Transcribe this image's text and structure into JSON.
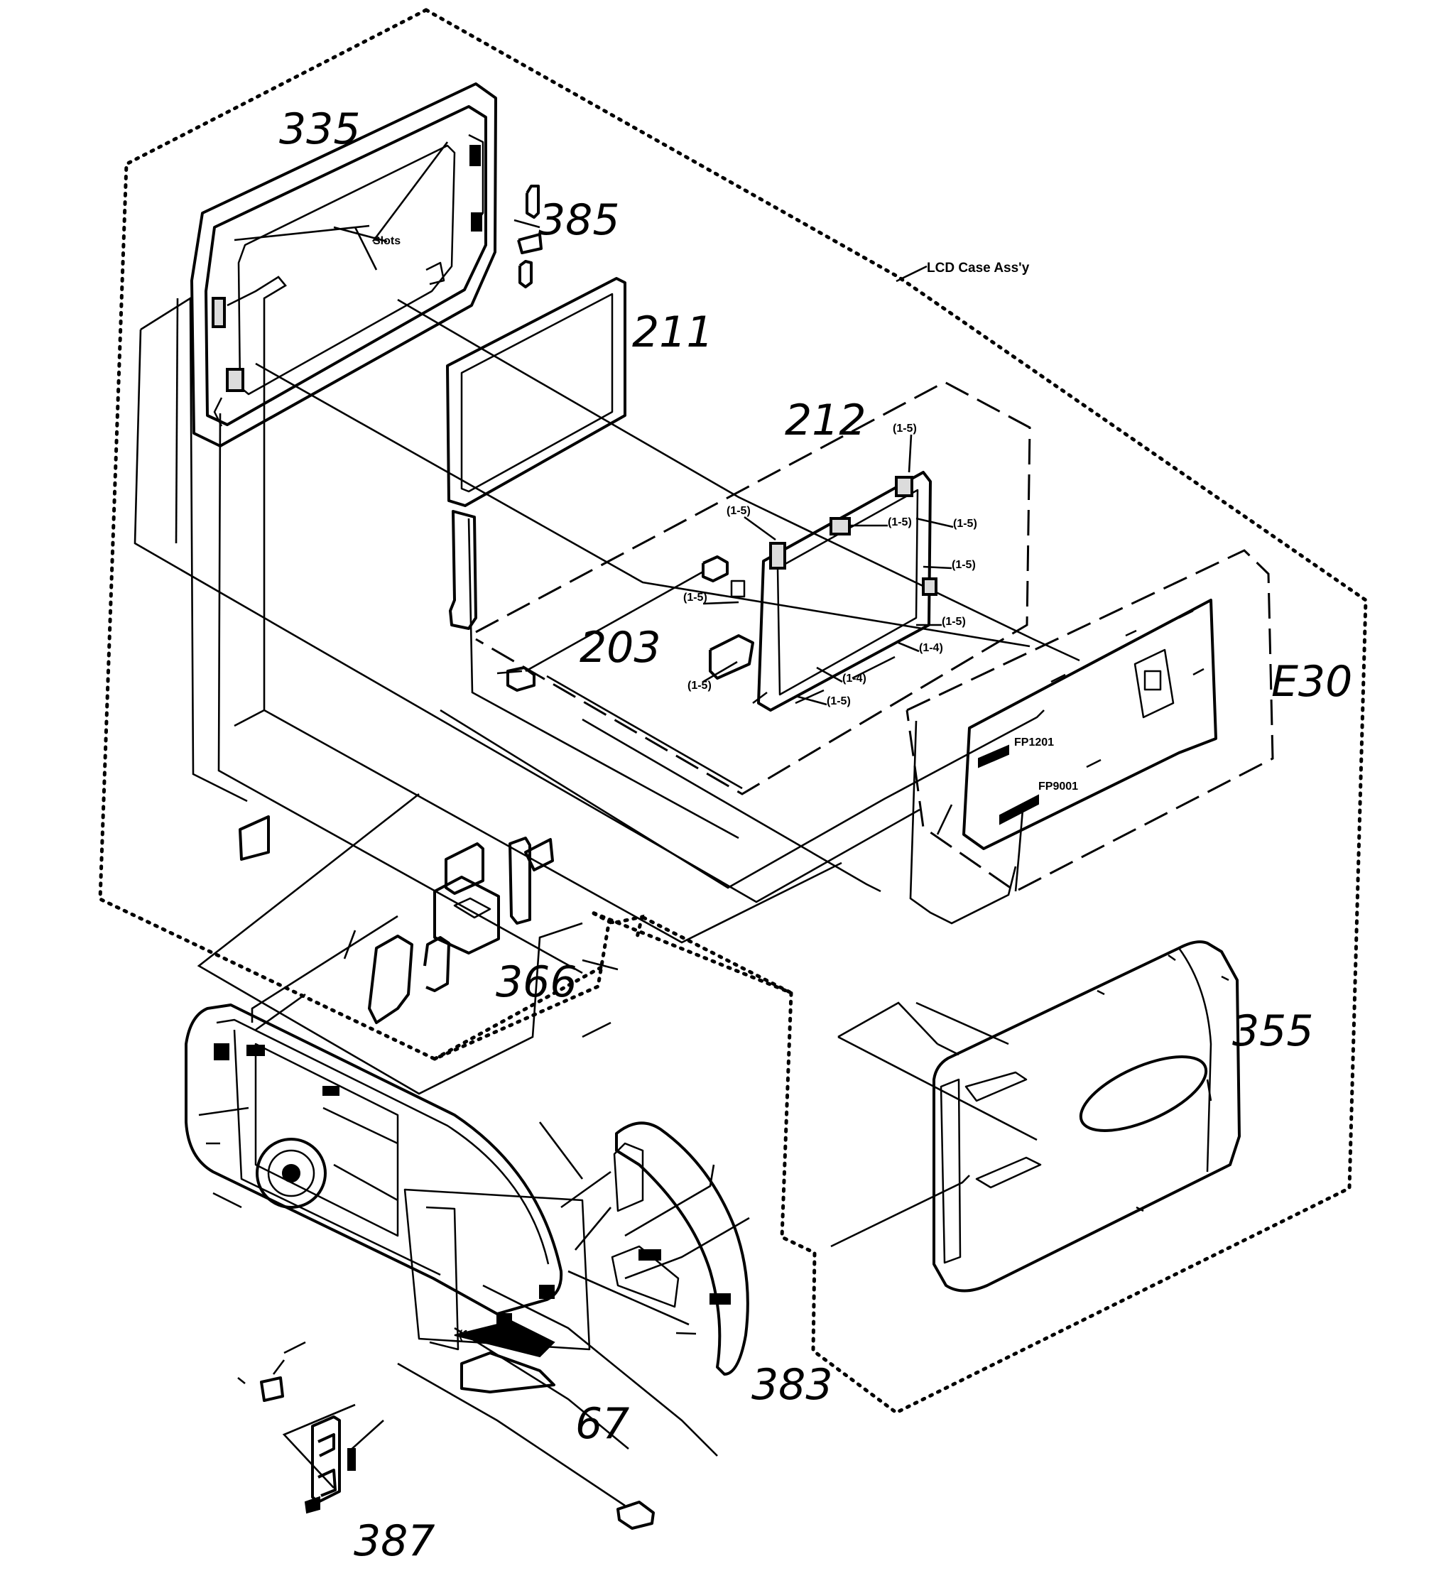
{
  "diagram": {
    "assembly_label": "LCD Case Ass'y",
    "parts": [
      {
        "id": "335",
        "label": "335"
      },
      {
        "id": "385",
        "label": "385"
      },
      {
        "id": "211",
        "label": "211"
      },
      {
        "id": "212",
        "label": "212"
      },
      {
        "id": "203",
        "label": "203"
      },
      {
        "id": "E30",
        "label": "E30"
      },
      {
        "id": "366",
        "label": "366"
      },
      {
        "id": "355",
        "label": "355"
      },
      {
        "id": "383",
        "label": "383"
      },
      {
        "id": "67",
        "label": "67"
      },
      {
        "id": "387",
        "label": "387"
      }
    ],
    "connectors": {
      "fp1201": "FP1201",
      "fp9001": "FP9001"
    },
    "screw_tag": "(1-5)",
    "screw_tag_alt": "(1-4)",
    "note_label": "Slots"
  }
}
